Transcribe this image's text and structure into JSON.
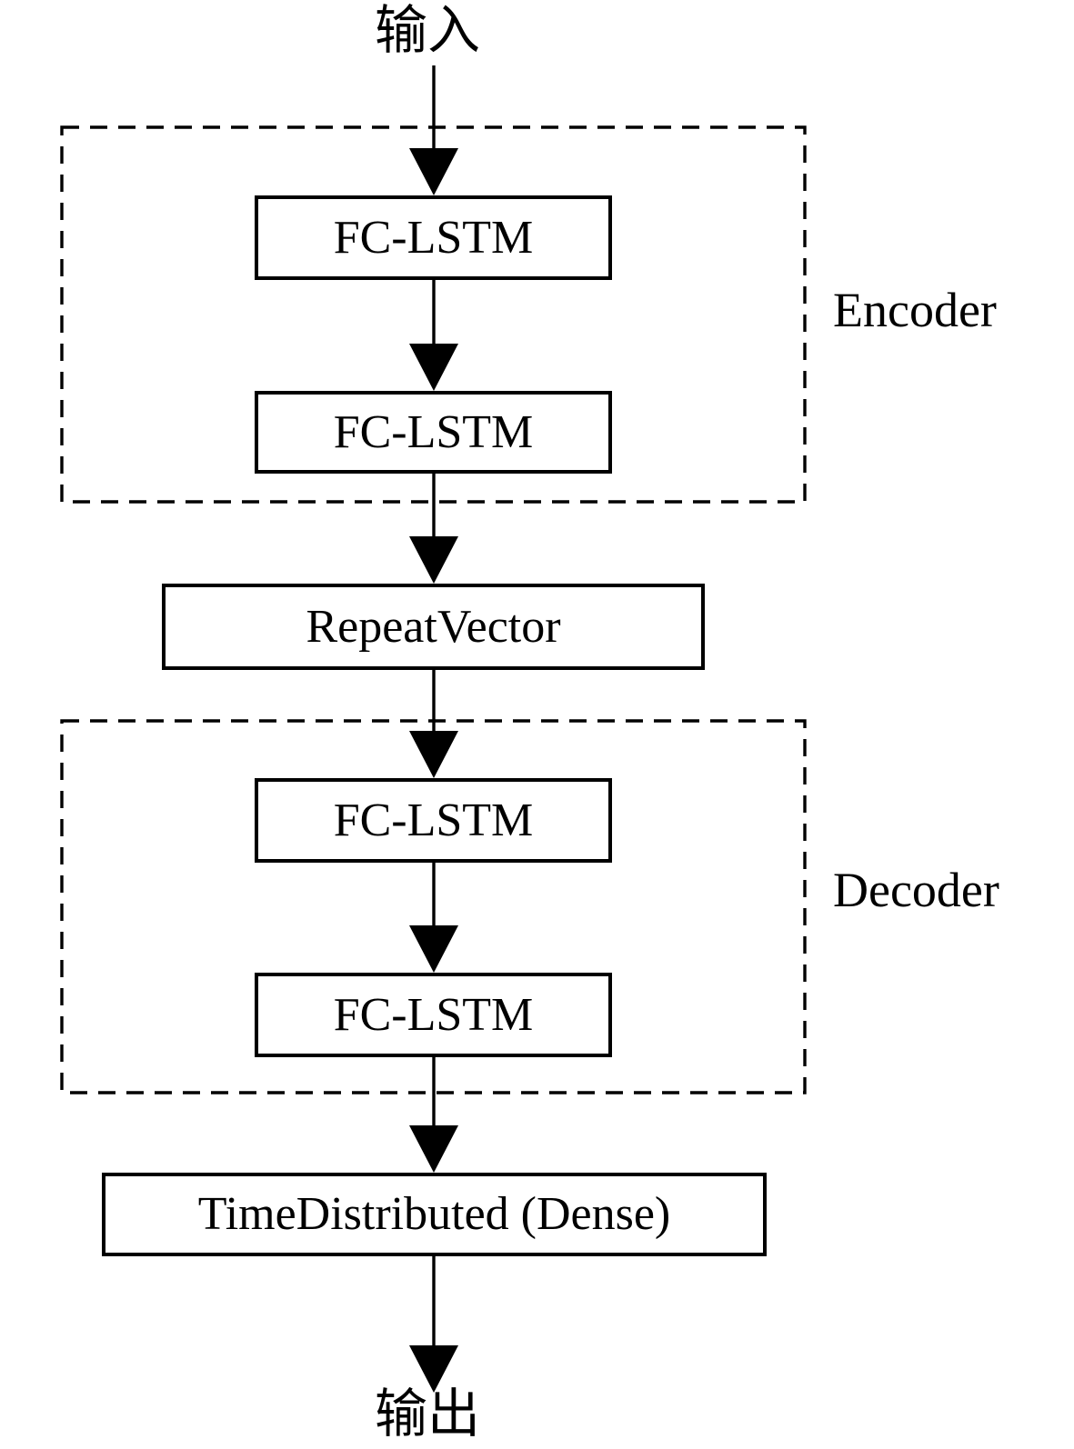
{
  "diagram": {
    "title_semantic": "encoder-decoder FC-LSTM network architecture",
    "input_label": "输入",
    "output_label": "输出",
    "encoder": {
      "label": "Encoder",
      "layers": [
        "FC-LSTM",
        "FC-LSTM"
      ]
    },
    "repeat_vector_label": "RepeatVector",
    "decoder": {
      "label": "Decoder",
      "layers": [
        "FC-LSTM",
        "FC-LSTM"
      ]
    },
    "time_distributed_label": "TimeDistributed (Dense)",
    "colors": {
      "stroke": "#000000",
      "background": "#ffffff"
    }
  }
}
